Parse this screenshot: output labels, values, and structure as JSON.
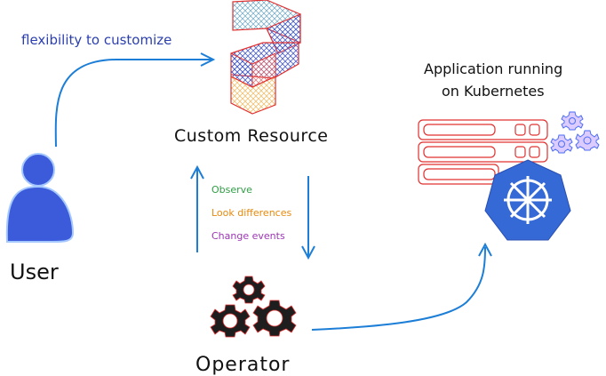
{
  "labels": {
    "flexibility": "flexibility to customize",
    "custom_resource": "Custom Resource",
    "app_line1": "Application running",
    "app_line2": "on Kubernetes",
    "observe": "Observe",
    "look_differences": "Look differences",
    "change_events": "Change events",
    "user": "User",
    "operator": "Operator"
  },
  "colors": {
    "arrow": "#1c7ed6",
    "user_fill": "#3b5bdb",
    "k8s_fill": "#3569d6",
    "server_stroke": "#e03131",
    "gear_dark": "#1e1e1e",
    "gear_light": "#b197fc",
    "observe": "#2f9e44",
    "look": "#e8890c",
    "change": "#9c36b5"
  }
}
